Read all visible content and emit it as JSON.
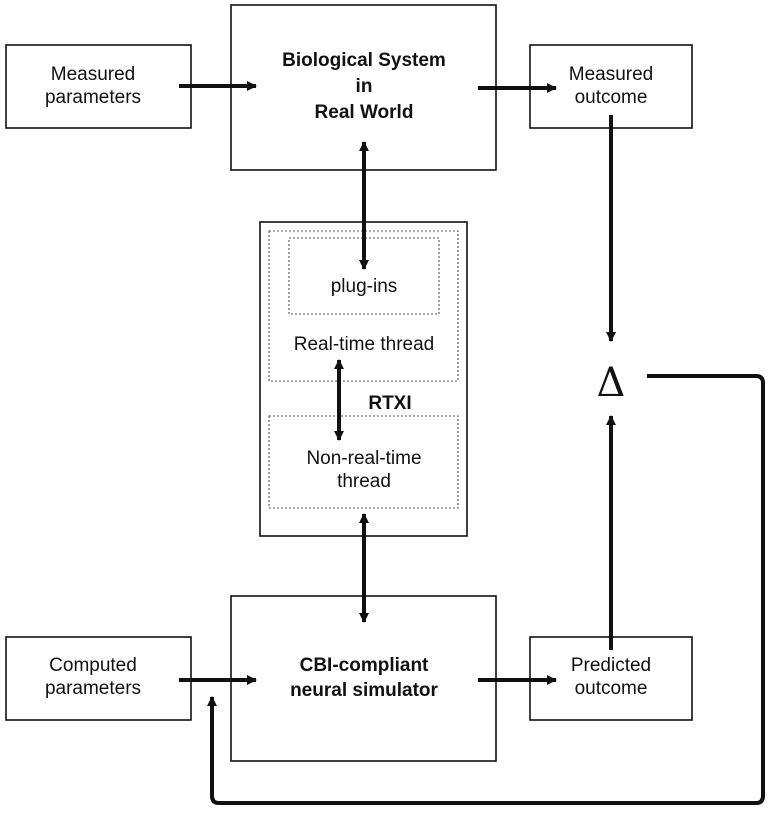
{
  "boxes": {
    "measured_params": [
      "Measured",
      "parameters"
    ],
    "bio_system": [
      "Biological System",
      "in",
      "Real World"
    ],
    "measured_outcome": [
      "Measured",
      "outcome"
    ],
    "computed_params": [
      "Computed",
      "parameters"
    ],
    "simulator": [
      "CBI-compliant",
      "neural simulator"
    ],
    "predicted_outcome": [
      "Predicted",
      "outcome"
    ]
  },
  "rtxi": {
    "label": "RTXI",
    "plugins": "plug-ins",
    "realtime_thread": "Real-time thread",
    "nonrealtime_thread": [
      "Non-real-time",
      "thread"
    ]
  },
  "comparator": {
    "symbol": "Δ"
  },
  "colors": {
    "line": "#111111",
    "background": "#ffffff",
    "dotted": "#555555"
  }
}
